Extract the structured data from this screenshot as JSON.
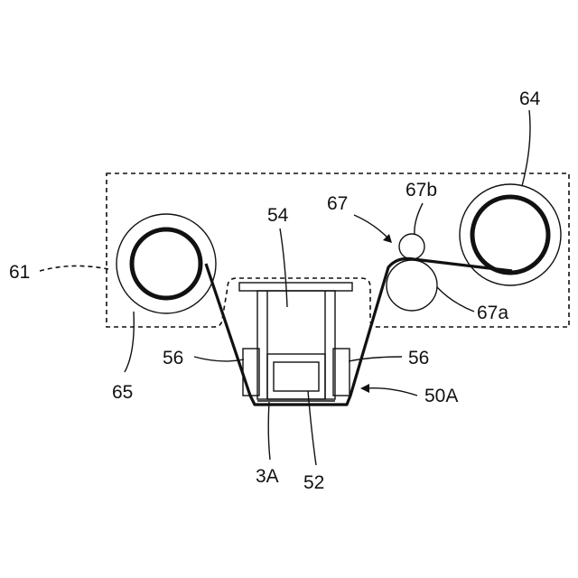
{
  "labels": {
    "l61": "61",
    "l64": "64",
    "l65": "65",
    "l67": "67",
    "l67b": "67b",
    "l67a": "67a",
    "l54": "54",
    "l56_left": "56",
    "l56_right": "56",
    "l50A": "50A",
    "l3A": "3A",
    "l52": "52"
  }
}
